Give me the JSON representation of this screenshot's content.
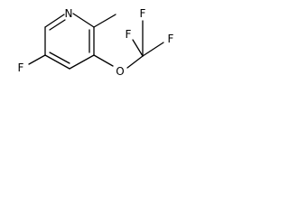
{
  "molecule": {
    "atoms": {
      "n1": "N",
      "f_ring": "F",
      "o_ether": "O",
      "f_cf3_a": "F",
      "f_cf3_b": "F",
      "f_cf3_c": "F"
    }
  },
  "colors": {
    "bond": "#000000",
    "label": "#000000",
    "background": "#ffffff"
  }
}
